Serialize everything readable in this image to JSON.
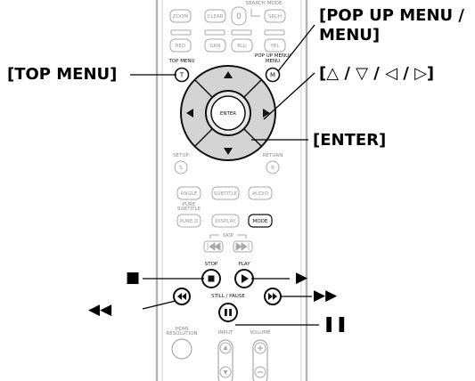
{
  "remote": {
    "search_mode": "SEARCH MODE",
    "row1": [
      "ZOOM",
      "CLEAR",
      "0",
      "SRCH"
    ],
    "row2": [
      "RED",
      "GRN",
      "BLU",
      "YEL"
    ],
    "top_menu_label": "TOP MENU",
    "top_menu_key": "T",
    "popup_menu_label": "POP UP MENU/ MENU",
    "popup_menu_key": "M",
    "enter_key": "ENTER",
    "setup_label": "SETUP",
    "setup_key": "S",
    "return_label": "RETURN",
    "return_key": "R",
    "row5": [
      "ANGLE",
      "SUBTITLE",
      "AUDIO"
    ],
    "pure_label": "PURE SUBTITLE",
    "row6": [
      "PURE.D",
      "DISPLAY",
      "MODE"
    ],
    "skip_label": "SKIP",
    "stop_label": "STOP",
    "play_label": "PLAY",
    "still_pause_label": "STILL / PAUSE",
    "hdmi_label": "HDMI RESOLUTION",
    "input_label": "INPUT",
    "volume_label": "VOLUME"
  },
  "callouts": {
    "popup_menu": "[POP UP MENU / MENU]",
    "top_menu": "[TOP MENU]",
    "cursor": "[△ / ▽ / ◁ / ▷]",
    "enter": "[ENTER]",
    "stop": "■",
    "play": "▶",
    "reverse": "◀◀",
    "forward": "▶▶",
    "pause": "❚❚"
  }
}
